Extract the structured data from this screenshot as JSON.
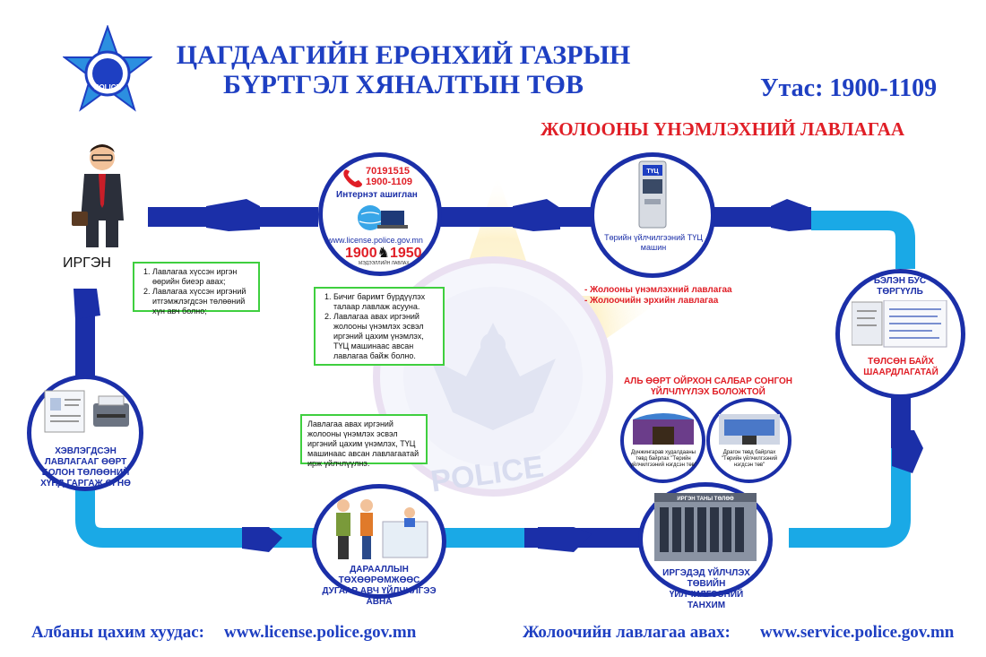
{
  "header": {
    "title_line1": "ЦАГДААГИЙН ЕРӨНХИЙ ГАЗРЫН",
    "title_line2": "БҮРТГЭЛ ХЯНАЛТЫН ТӨВ",
    "phone": "Утас: 1900-1109",
    "logo_text": "POLICE"
  },
  "subtitle": "ЖОЛООНЫ ҮНЭМЛЭХНИЙ ЛАВЛАГАА",
  "citizen": {
    "label": "ИРГЭН",
    "note_items": [
      "Лавлагаа хүссэн иргэн өөрийн биеэр авах;",
      "Лавлагаа хүссэн иргэний итгэмжлэгдсэн төлөөний хүн авч болно;"
    ]
  },
  "internet": {
    "phone1": "70191515",
    "phone2": "1900-1109",
    "label": "Интернэт ашиглан",
    "url": "www.license.police.gov.mn",
    "hotline": "1900",
    "hotline2": "1950",
    "hotline_sub": "МЭДЭЭЛЛИЙН ЛАВЛАХ",
    "note_items": [
      "Бичиг баримт бүрдүүлэх талаар лавлаж асууна.",
      "Лавлагаа авах иргэний жолооны үнэмлэх эсвэл иргэний цахим үнэмлэх, ТҮЦ машинаас авсан лавлагаа байж болно."
    ]
  },
  "kiosk": {
    "screen_label": "ТҮЦ",
    "caption": "Төрийн үйлчилгээний ТҮЦ машин",
    "services": [
      "- Жолооны үнэмлэхний лавлагаа",
      "- Жолоочийн эрхийн лавлагаа"
    ]
  },
  "cashless": {
    "title": "БЭЛЭН БУС ТӨРГҮҮЛЬ",
    "caption": "ТӨЛСӨН БАЙХ ШААРДЛАГАТАЙ"
  },
  "branches": {
    "title": "АЛЬ ӨӨРТ ОЙРХОН САЛБАР СОНГОН ҮЙЛЧЛҮҮЛЭХ БОЛОЖТОЙ",
    "branch1": "Дүнжингарав худалдааны төвд байрлах \"Төрийн үйлчилгээний нэгдсэн төв\"",
    "branch2": "Драгон төвд байрлах \"Төрийн үйлчилгээний нэгдсэн төв\""
  },
  "hall": {
    "building_sign": "ИРГЭН ТАНЫ ТӨЛӨӨ",
    "caption": "ИРГЭДЭД ҮЙЛЧЛЭХ ТӨВИЙН ҮЙЛЧИЛГЭЭНИЙ ТАНХИМ"
  },
  "queue": {
    "caption": "ДАРААЛЛЫН ТӨХӨӨРӨМЖӨӨС ДУГААР АВЧ ҮЙЛЧИЛГЭЭ АВНА",
    "note": "Лавлагаа авах иргэний жолооны үнэмлэх эсвэл иргэний цахим үнэмлэх, ТҮЦ машинаас авсан лавлагаатай ирж үйлчлүүлнэ."
  },
  "printer": {
    "caption": "ХЭВЛЭГДСЭН ЛАВЛАГААГ ӨӨРТ БОЛОН ТӨЛӨӨНИЙ ХҮНД ГАРГАЖ ӨГНӨ"
  },
  "footer": {
    "left_label": "Албаны цахим хуудас:",
    "left_url": "www.license.police.gov.mn",
    "right_label": "Жолоочийн лавлагаа авах:",
    "right_url": "www.service.police.gov.mn"
  },
  "watermark": "POLICE",
  "colors": {
    "title": "#1e3fc2",
    "accent_red": "#e01e26",
    "path_dark": "#1b2fa8",
    "path_light": "#1aa9e6",
    "note_border": "#3fcf3f"
  }
}
